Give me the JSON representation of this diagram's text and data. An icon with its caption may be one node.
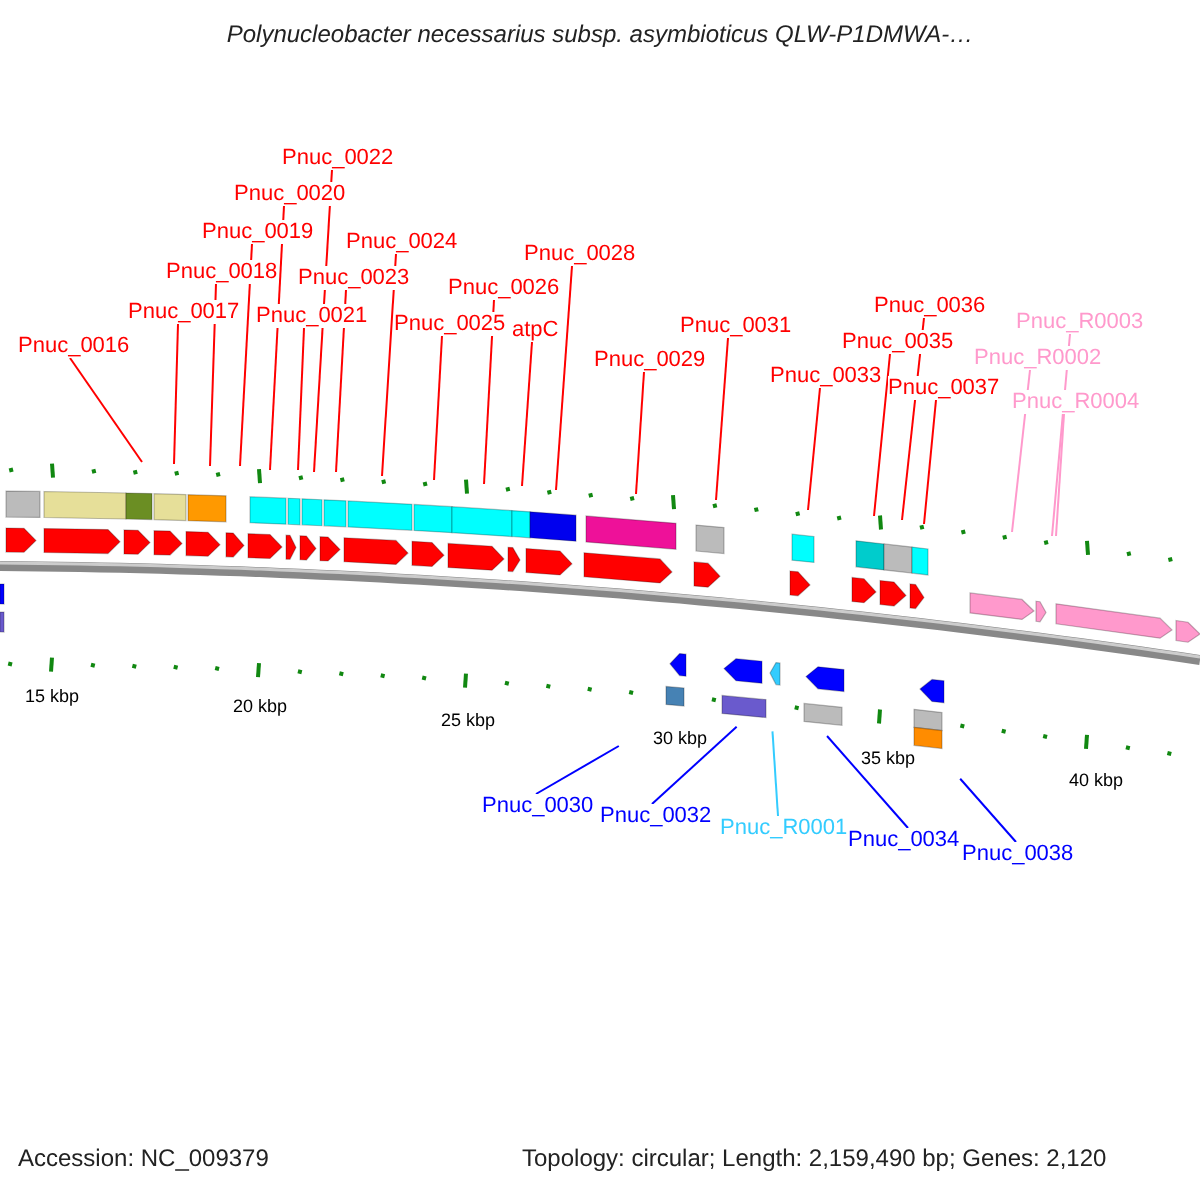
{
  "diagram": {
    "title": "Polynucleobacter necessarius subsp. asymbioticus QLW-P1DMWA-…",
    "nodes": [
      {
        "text": [
          "Pnuc_0016"
        ]
      },
      {
        "text": [
          "Pnuc_0017"
        ]
      },
      {
        "text": [
          "Pnuc_0018"
        ]
      },
      {
        "text": [
          "Pnuc_0019"
        ]
      },
      {
        "text": [
          "Pnuc_0020"
        ]
      },
      {
        "text": [
          "Pnuc_0021"
        ]
      },
      {
        "text": [
          "Pnuc_0022"
        ]
      },
      {
        "text": [
          "Pnuc_0023"
        ]
      },
      {
        "text": [
          "Pnuc_0024"
        ]
      },
      {
        "text": [
          "Pnuc_0025"
        ]
      },
      {
        "text": [
          "Pnuc_0026"
        ]
      },
      {
        "text": [
          "atpC"
        ]
      },
      {
        "text": [
          "Pnuc_0028"
        ]
      },
      {
        "text": [
          "Pnuc_0029"
        ]
      },
      {
        "text": [
          "Pnuc_0031"
        ]
      },
      {
        "text": [
          "Pnuc_0033"
        ]
      },
      {
        "text": [
          "Pnuc_0035"
        ]
      },
      {
        "text": [
          "Pnuc_0036"
        ]
      },
      {
        "text": [
          "Pnuc_0037"
        ]
      },
      {
        "text": [
          "Pnuc_R0002"
        ]
      },
      {
        "text": [
          "Pnuc_R0003"
        ]
      },
      {
        "text": [
          "Pnuc_R0004"
        ]
      },
      {
        "text": [
          "Pnuc_0030"
        ]
      },
      {
        "text": [
          "Pnuc_0032"
        ]
      },
      {
        "text": [
          "Pnuc_R0001"
        ]
      },
      {
        "text": [
          "Pnuc_0034"
        ]
      },
      {
        "text": [
          "Pnuc_0038"
        ]
      }
    ],
    "edges": [
      {
        "from": 0,
        "to": null,
        "arrow": "none"
      },
      {
        "from": 1,
        "to": null,
        "arrow": "none"
      },
      {
        "from": 2,
        "to": null,
        "arrow": "none"
      },
      {
        "from": 3,
        "to": null,
        "arrow": "none"
      },
      {
        "from": 4,
        "to": null,
        "arrow": "none"
      },
      {
        "from": 5,
        "to": null,
        "arrow": "none"
      },
      {
        "from": 6,
        "to": null,
        "arrow": "none"
      },
      {
        "from": 7,
        "to": null,
        "arrow": "none"
      },
      {
        "from": 8,
        "to": null,
        "arrow": "none"
      },
      {
        "from": 9,
        "to": null,
        "arrow": "none"
      },
      {
        "from": 10,
        "to": null,
        "arrow": "none"
      },
      {
        "from": 11,
        "to": null,
        "arrow": "none"
      },
      {
        "from": 12,
        "to": null,
        "arrow": "none"
      },
      {
        "from": 13,
        "to": null,
        "arrow": "none"
      },
      {
        "from": 14,
        "to": null,
        "arrow": "none"
      },
      {
        "from": 15,
        "to": null,
        "arrow": "none"
      },
      {
        "from": 16,
        "to": null,
        "arrow": "none"
      },
      {
        "from": 17,
        "to": null,
        "arrow": "none"
      },
      {
        "from": 18,
        "to": null,
        "arrow": "none"
      },
      {
        "from": 19,
        "to": null,
        "arrow": "none",
        "color": "#ff99cc"
      },
      {
        "from": 20,
        "to": null,
        "arrow": "none",
        "color": "#ff99cc"
      },
      {
        "from": 21,
        "to": null,
        "arrow": "none",
        "color": "#ff99cc"
      },
      {
        "from": 22,
        "to": null,
        "arrow": "none",
        "color": "#0000ff"
      },
      {
        "from": 23,
        "to": null,
        "arrow": "none",
        "color": "#0000ff"
      },
      {
        "from": 24,
        "to": null,
        "arrow": "none",
        "color": "#33ccff"
      },
      {
        "from": 25,
        "to": null,
        "arrow": "none",
        "color": "#0000ff"
      },
      {
        "from": 26,
        "to": null,
        "arrow": "none",
        "color": "#0000ff"
      }
    ],
    "labels": [
      "15 kbp",
      "20 kbp",
      "25 kbp",
      "30 kbp",
      "35 kbp",
      "40 kbp",
      "Accession: NC_009379",
      "Topology: circular; Length: 2,159,490 bp; Genes: 2,120"
    ]
  }
}
